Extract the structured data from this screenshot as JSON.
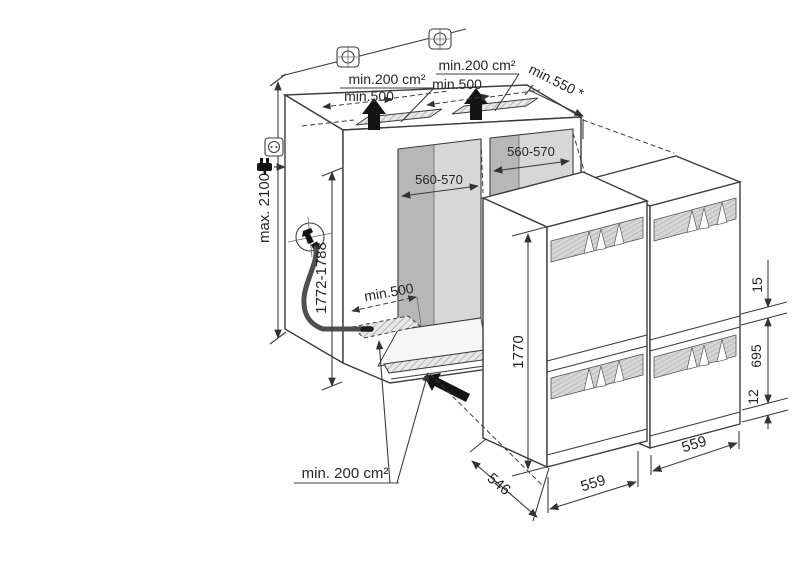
{
  "labels": {
    "top_vent_left": "min.200 cm²",
    "top_vent_right": "min.200 cm²",
    "top_clearance_left": "min.500",
    "top_clearance_right": "min.500",
    "top_depth": "min.550 *",
    "wall_max_height": "max. 2100",
    "niche_width_left": "560-570",
    "niche_width_right": "560-570",
    "niche_height": "1772-1788",
    "water_clearance": "min.500",
    "bottom_vent": "min. 200 cm²",
    "appliance_height": "1770",
    "appliance_depth": "546",
    "appliance_width_left": "559",
    "appliance_width_right": "559",
    "hinge_gap": "15",
    "lower_door_height": "695",
    "bottom_gap": "12"
  },
  "icons": {
    "socket": "wall-socket",
    "plug": "power-plug",
    "anchor": "wall-anchor",
    "tap": "water-tap",
    "drop": "water-drop",
    "airflow": "airflow-arrow"
  },
  "colors": {
    "line": "#3d3d3d",
    "interior_dark": "#b7b7b7",
    "interior_light": "#d7d7d7",
    "arrow_black": "#141414"
  }
}
